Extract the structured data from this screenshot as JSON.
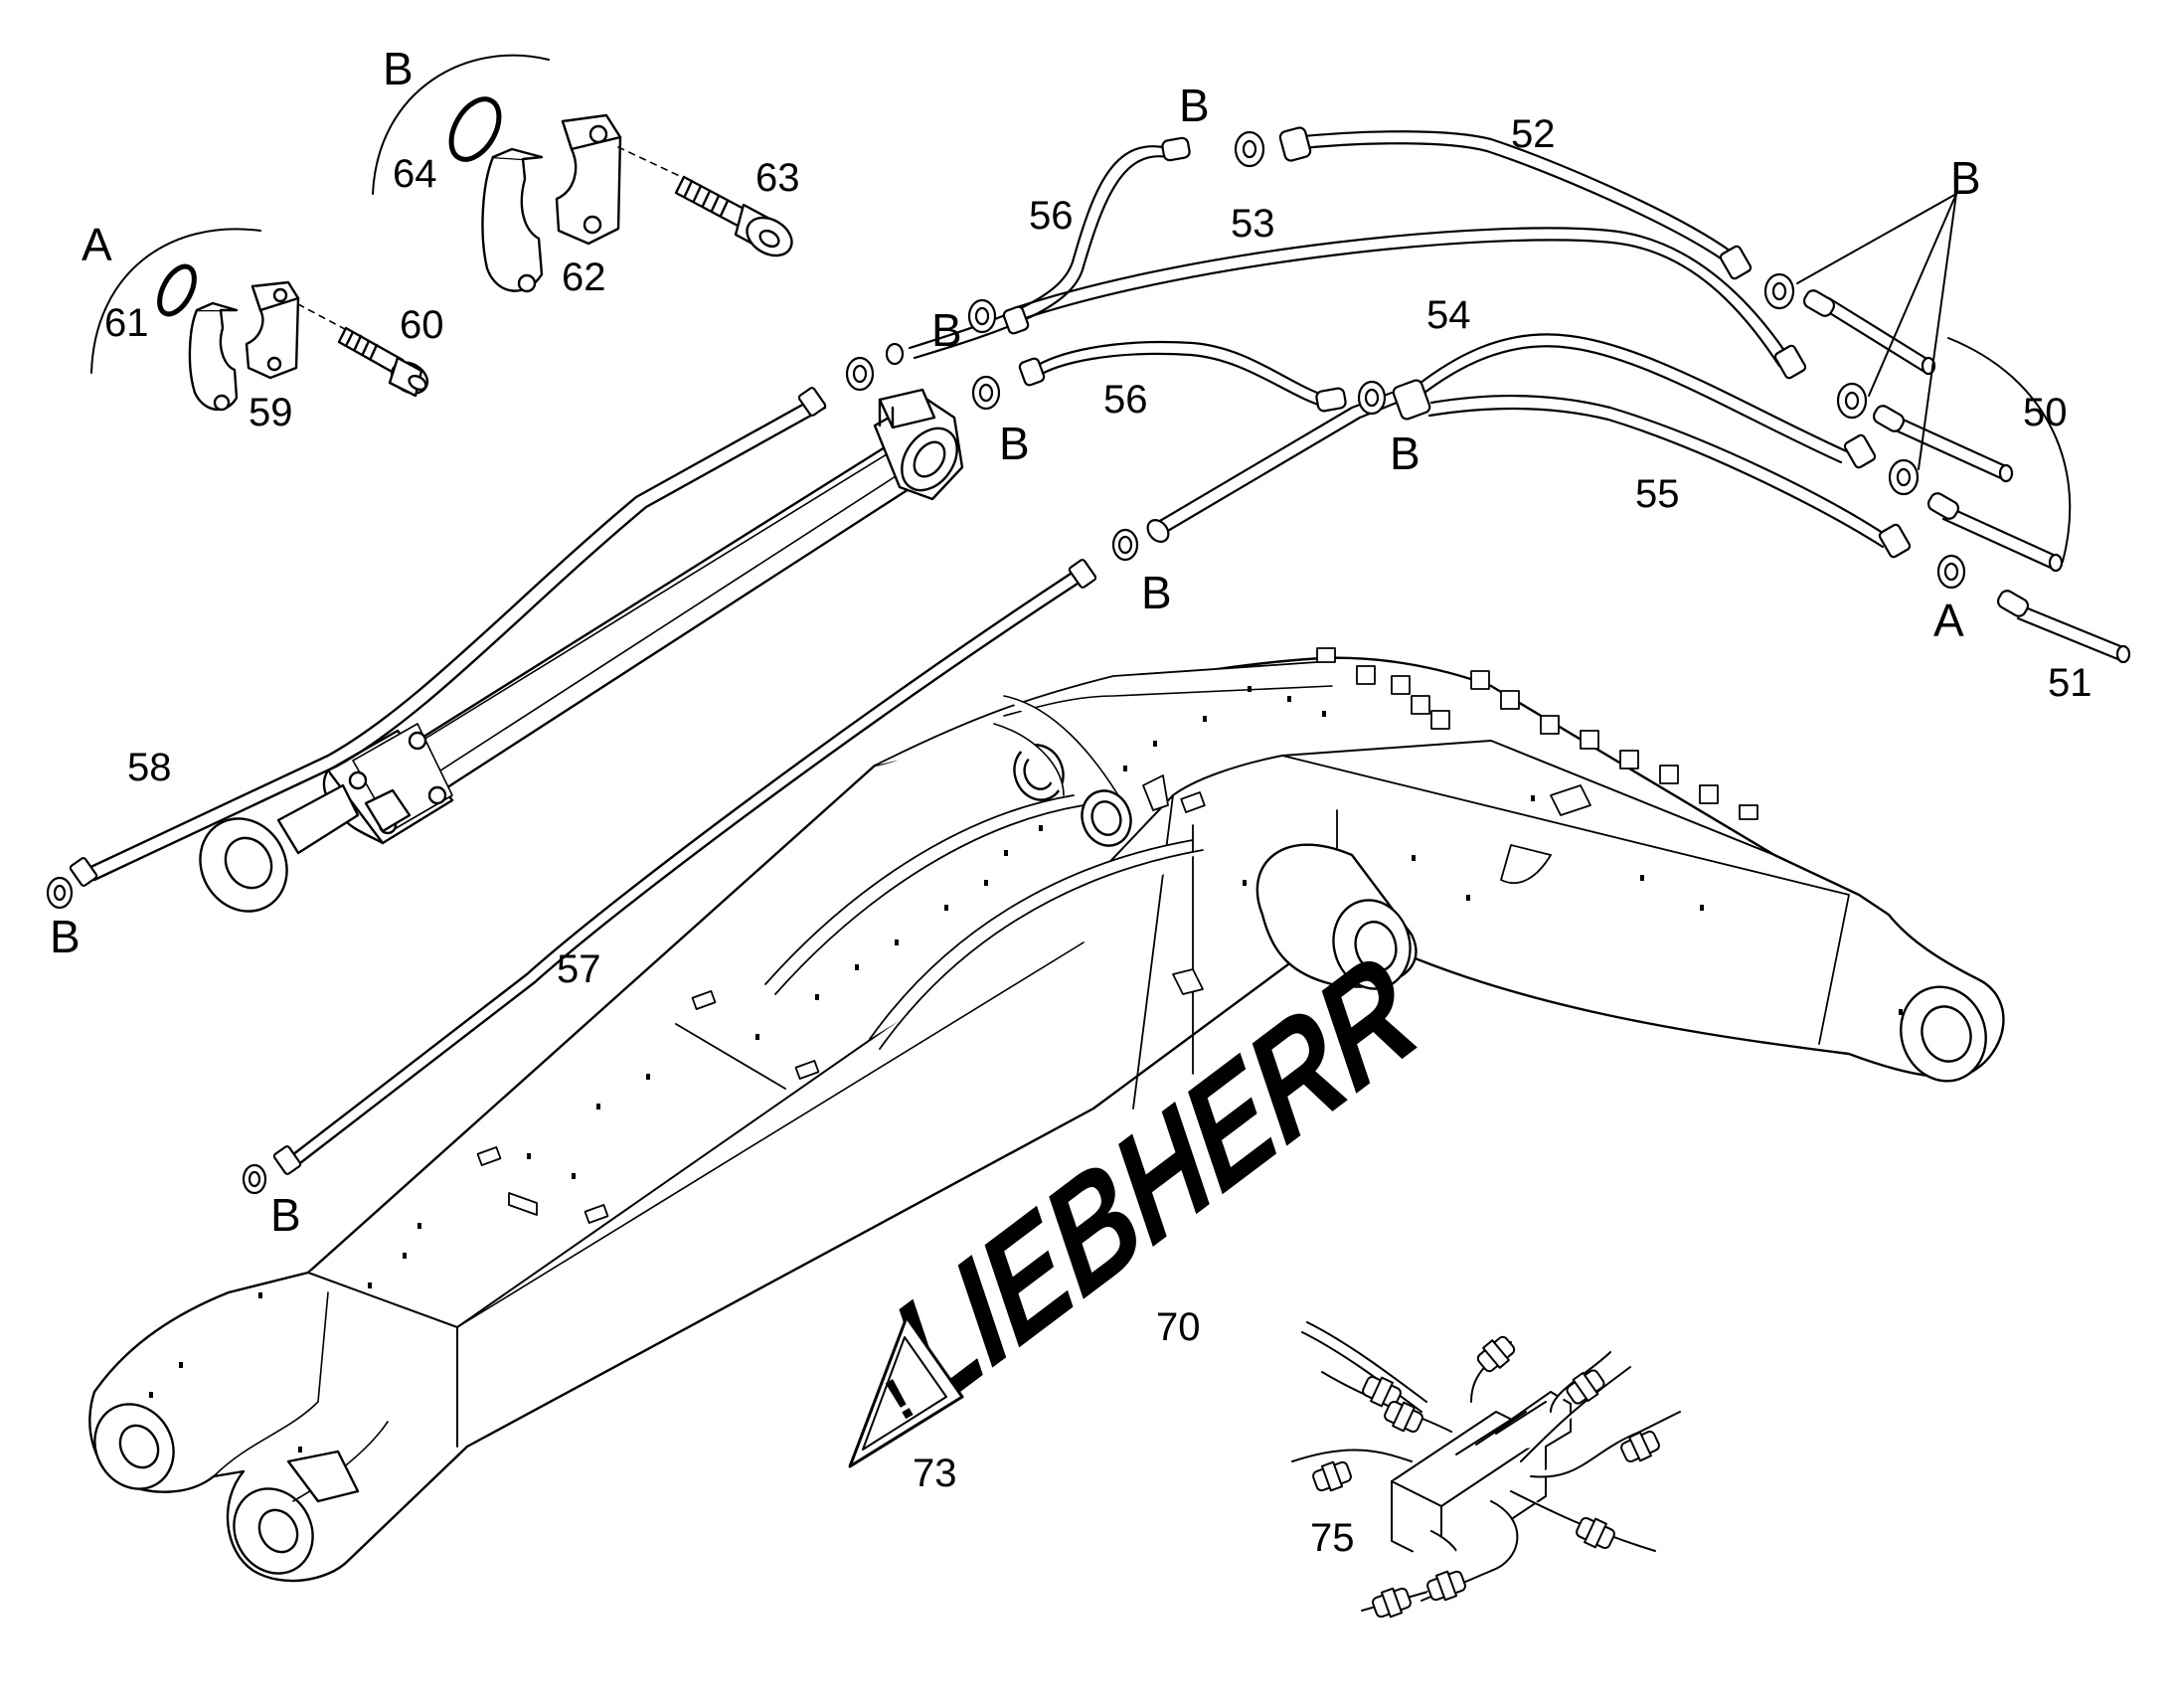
{
  "diagram": {
    "brand_logo": "LIEBHERR",
    "detail_views": {
      "A": {
        "letter": "A",
        "parts": [
          "61",
          "59",
          "60"
        ]
      },
      "B": {
        "letter": "B",
        "parts": [
          "64",
          "62",
          "63"
        ]
      }
    },
    "part_labels": {
      "p50": "50",
      "p51": "51",
      "p52": "52",
      "p53": "53",
      "p54": "54",
      "p55": "55",
      "p56a": "56",
      "p56b": "56",
      "p57": "57",
      "p58": "58",
      "p59": "59",
      "p60": "60",
      "p61": "61",
      "p62": "62",
      "p63": "63",
      "p64": "64",
      "p70": "70",
      "p73": "73",
      "p75": "75"
    },
    "connection_labels": {
      "b1": "B",
      "b2": "B",
      "b3": "B",
      "b4": "B",
      "b5": "B",
      "b6": "B",
      "b7": "B",
      "b8": "B",
      "a1": "A"
    },
    "warning_symbol": "!",
    "colors": {
      "ink": "#000000",
      "paper": "#ffffff"
    }
  }
}
